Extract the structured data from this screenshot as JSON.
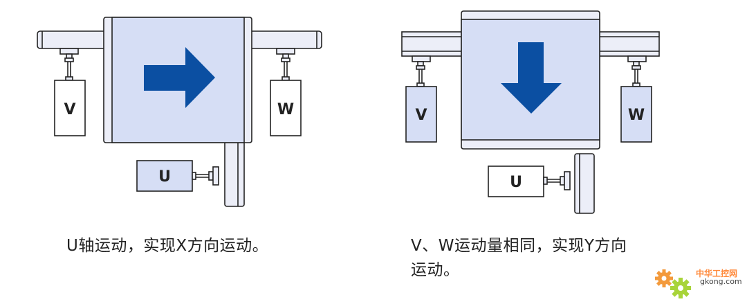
{
  "colors": {
    "arrow": "#0b4fa2",
    "panel_fill": "#d6def5",
    "rail_fill": "#eceef8",
    "stroke": "#222222",
    "motor_fill_left_u": "#d6def5",
    "motor_fill_white": "#ffffff"
  },
  "left_diagram": {
    "motors": {
      "v": "V",
      "w": "W",
      "u": "U"
    },
    "arrow_direction": "right",
    "caption": "U轴运动，实现X方向运动。"
  },
  "right_diagram": {
    "motors": {
      "v": "V",
      "w": "W",
      "u": "U"
    },
    "arrow_direction": "down",
    "caption": "V、W运动量相同，实现Y方向运动。",
    "caption_line1": "V、W运动量相同，实现Y方向",
    "caption_line2": "运动。"
  },
  "watermark": {
    "icon": "gear-icon",
    "name_cn": "中华工控网",
    "domain": "gkong.com"
  }
}
